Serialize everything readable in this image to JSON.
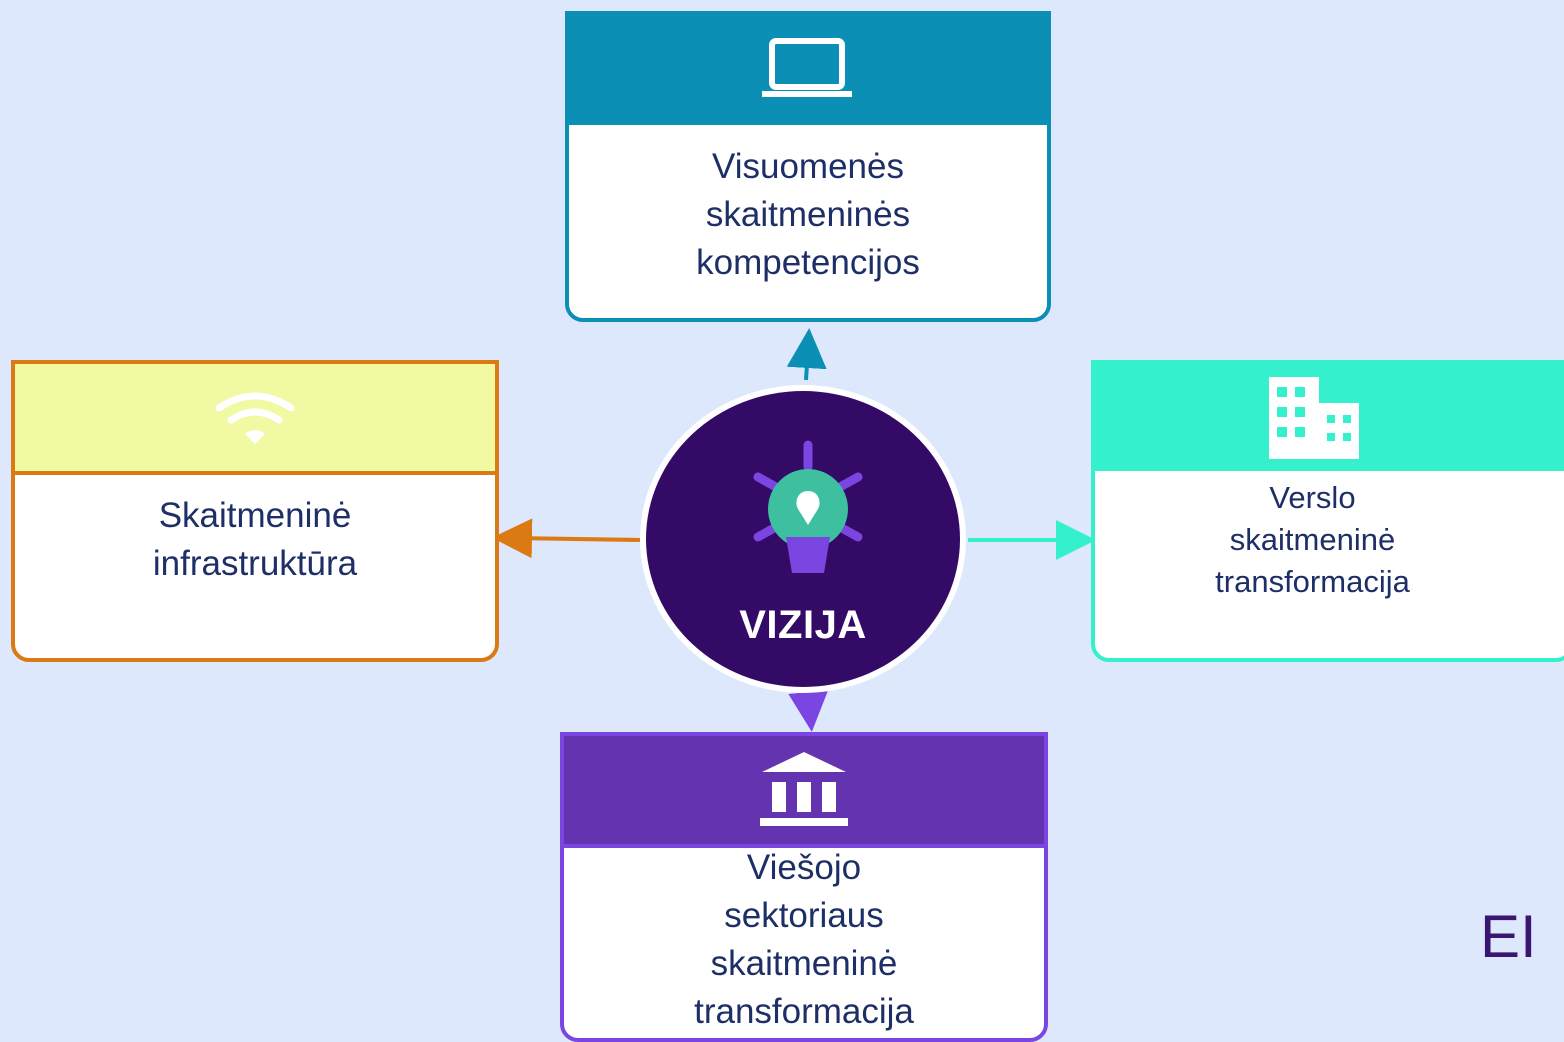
{
  "center": {
    "label": "VIZIJA",
    "icon": "lightbulb-idea-icon"
  },
  "cards": {
    "top": {
      "text": "Visuomenės\nskaitmeninės\nkompetencijos",
      "icon": "laptop-icon",
      "accent": "#0b8fb5"
    },
    "left": {
      "text": "Skaitmeninė\ninfrastruktūra",
      "icon": "wifi-icon",
      "accent": "#db7a12",
      "header_color": "#f1f9a3"
    },
    "right": {
      "text": "Verslo\nskaitmeninė\ntransformacija",
      "icon": "office-building-icon",
      "accent": "#35f0cc"
    },
    "bottom": {
      "text": "Viešojo\nsektoriaus\nskaitmeninė\ntransformacija",
      "icon": "government-building-icon",
      "accent": "#7a45e0",
      "header_color": "#6434b0"
    }
  },
  "corner_mark": "EI",
  "colors": {
    "background": "#dde8fc",
    "text": "#1d2f66",
    "center": "#330a66"
  }
}
